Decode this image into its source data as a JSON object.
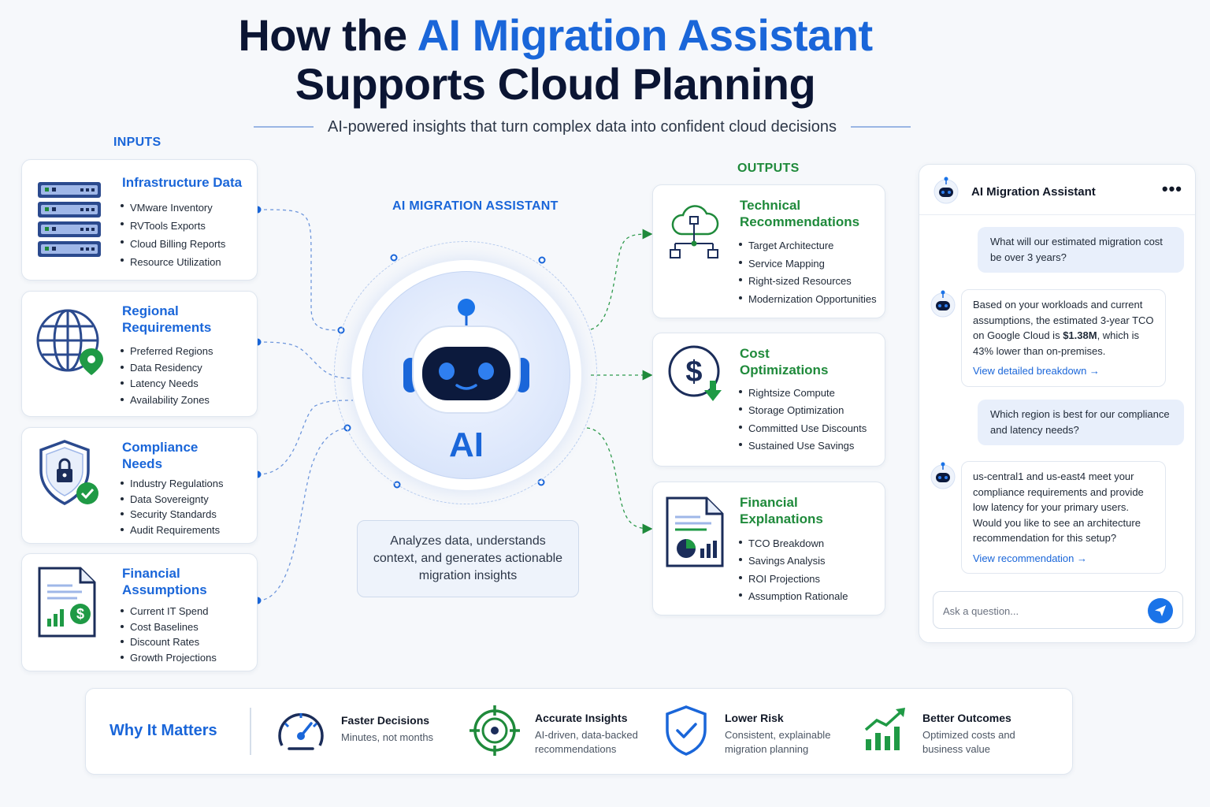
{
  "header": {
    "title_prefix": "How the ",
    "title_highlight": "AI Migration Assistant",
    "title_line2": "Supports Cloud Planning",
    "subtitle": "AI-powered insights that turn complex data into confident cloud decisions"
  },
  "labels": {
    "inputs": "INPUTS",
    "outputs": "OUTPUTS",
    "center": "AI MIGRATION ASSISTANT"
  },
  "inputs": [
    {
      "title": "Infrastructure Data",
      "icon": "server-rack-icon",
      "items": [
        "VMware Inventory",
        "RVTools Exports",
        "Cloud Billing Reports",
        "Resource Utilization"
      ]
    },
    {
      "title": "Regional Requirements",
      "icon": "globe-location-icon",
      "items": [
        "Preferred Regions",
        "Data Residency",
        "Latency Needs",
        "Availability Zones"
      ]
    },
    {
      "title": "Compliance Needs",
      "icon": "shield-lock-icon",
      "items": [
        "Industry Regulations",
        "Data Sovereignty",
        "Security Standards",
        "Audit Requirements"
      ]
    },
    {
      "title": "Financial Assumptions",
      "icon": "finance-document-icon",
      "items": [
        "Current IT Spend",
        "Cost Baselines",
        "Discount Rates",
        "Growth Projections"
      ]
    }
  ],
  "center": {
    "ai_label": "AI",
    "description": "Analyzes data, understands context, and generates actionable migration insights"
  },
  "outputs": [
    {
      "title": "Technical Recommendations",
      "icon": "cloud-network-icon",
      "items": [
        "Target Architecture",
        "Service Mapping",
        "Right-sized Resources",
        "Modernization Opportunities"
      ]
    },
    {
      "title": "Cost Optimizations",
      "icon": "dollar-down-icon",
      "items": [
        "Rightsize Compute",
        "Storage Optimization",
        "Committed Use Discounts",
        "Sustained Use Savings"
      ]
    },
    {
      "title": "Financial Explanations",
      "icon": "report-chart-icon",
      "items": [
        "TCO Breakdown",
        "Savings Analysis",
        "ROI Projections",
        "Assumption Rationale"
      ]
    }
  ],
  "chat": {
    "title": "AI Migration Assistant",
    "more": "•••",
    "q1": "What will our estimated migration cost be over 3 years?",
    "a1_pre": "Based on your workloads and current assumptions, the estimated 3-year TCO on Google Cloud is ",
    "a1_bold": "$1.38M",
    "a1_post": ", which is 43% lower than on-premises.",
    "a1_link": "View detailed breakdown →",
    "q2": "Which region is best for our compliance and latency needs?",
    "a2": "us-central1 and us-east4 meet your compliance requirements and provide low latency for your primary users. Would you like to see an architecture recommendation for this setup?",
    "a2_link": "View recommendation →",
    "input_placeholder": "Ask a question..."
  },
  "why": {
    "title": "Why It Matters",
    "items": [
      {
        "title": "Faster Decisions",
        "desc": "Minutes, not months",
        "icon": "speedometer-icon"
      },
      {
        "title": "Accurate Insights",
        "desc": "AI-driven, data-backed recommendations",
        "icon": "target-icon"
      },
      {
        "title": "Lower Risk",
        "desc": "Consistent, explainable migration planning",
        "icon": "shield-check-icon"
      },
      {
        "title": "Better Outcomes",
        "desc": "Optimized costs and business value",
        "icon": "growth-chart-icon"
      }
    ]
  },
  "colors": {
    "accent_blue": "#1a66d9",
    "accent_green": "#1f8a3b",
    "title_navy": "#0b1533"
  }
}
